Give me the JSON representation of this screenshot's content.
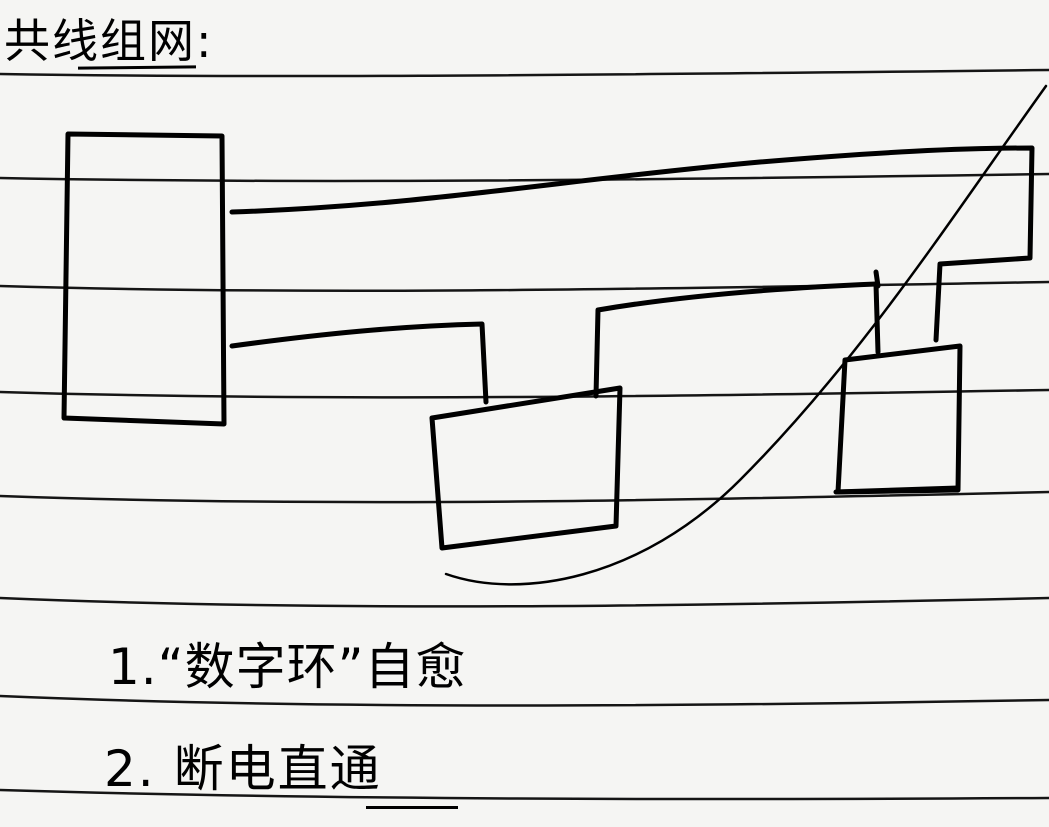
{
  "heading": {
    "title": "共线组网:"
  },
  "notes": [
    {
      "text": "1.“数字环”自愈"
    },
    {
      "text": "2. 断电直通"
    }
  ],
  "diagram": {
    "nodes": [
      {
        "id": "node-main"
      },
      {
        "id": "node-a"
      },
      {
        "id": "node-b"
      }
    ],
    "ink_color": "#000000",
    "paper_color": "#f5f5f3"
  }
}
